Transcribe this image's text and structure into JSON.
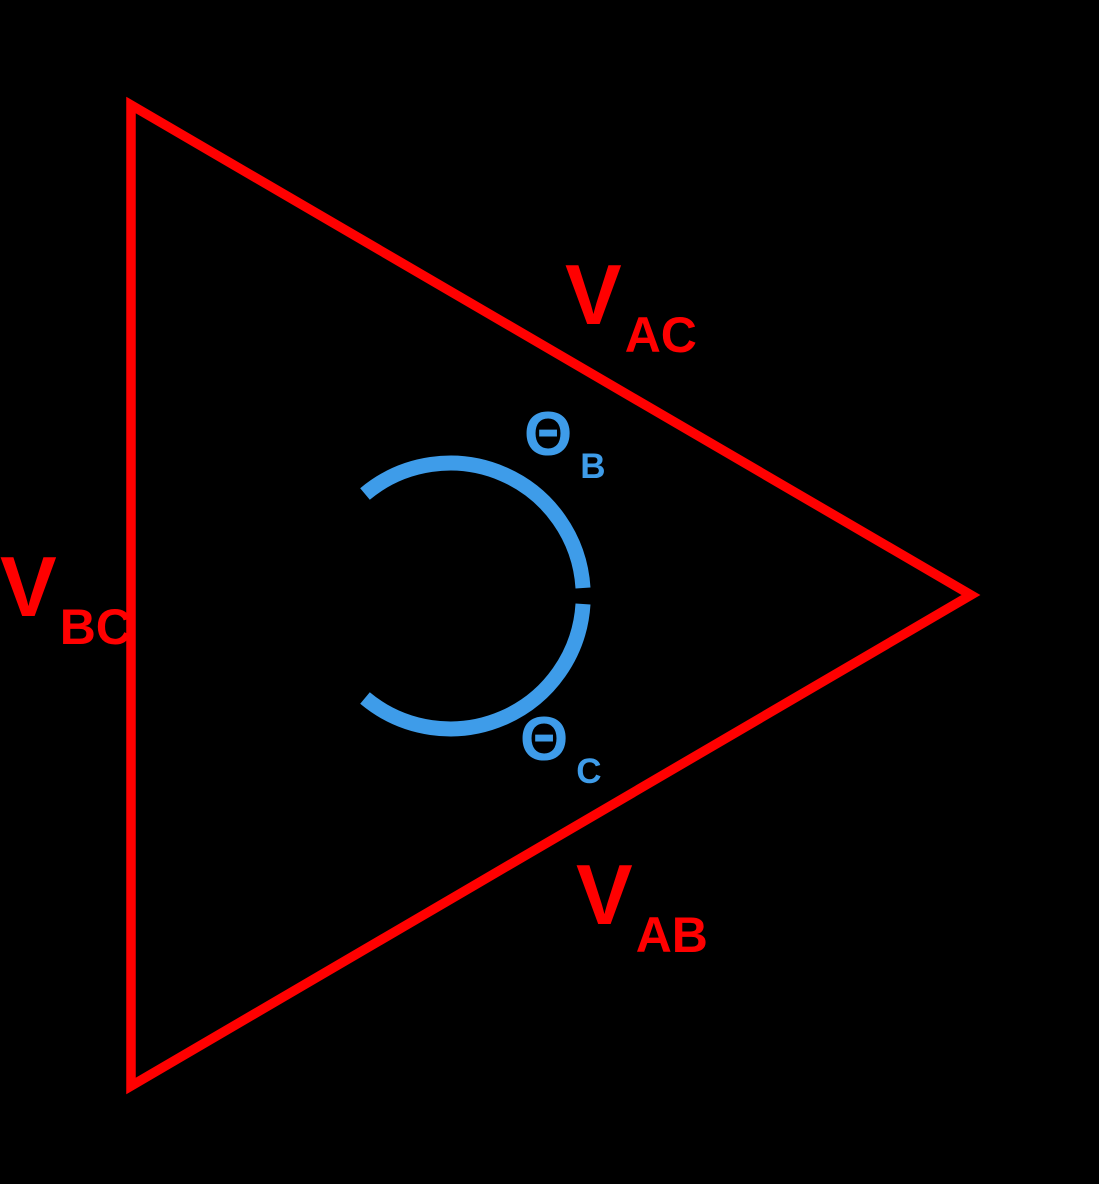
{
  "colors": {
    "background": "#000000",
    "phasor_red": "#FF0000",
    "angle_blue": "#3E9CE9"
  },
  "labels": {
    "v_ac": {
      "main": "V",
      "sub": "AC"
    },
    "v_bc": {
      "main": "V",
      "sub": "BC"
    },
    "v_ab": {
      "main": "V",
      "sub": "AB"
    },
    "theta_b": {
      "main": "Θ",
      "sub": "B"
    },
    "theta_c": {
      "main": "Θ",
      "sub": "C"
    }
  }
}
